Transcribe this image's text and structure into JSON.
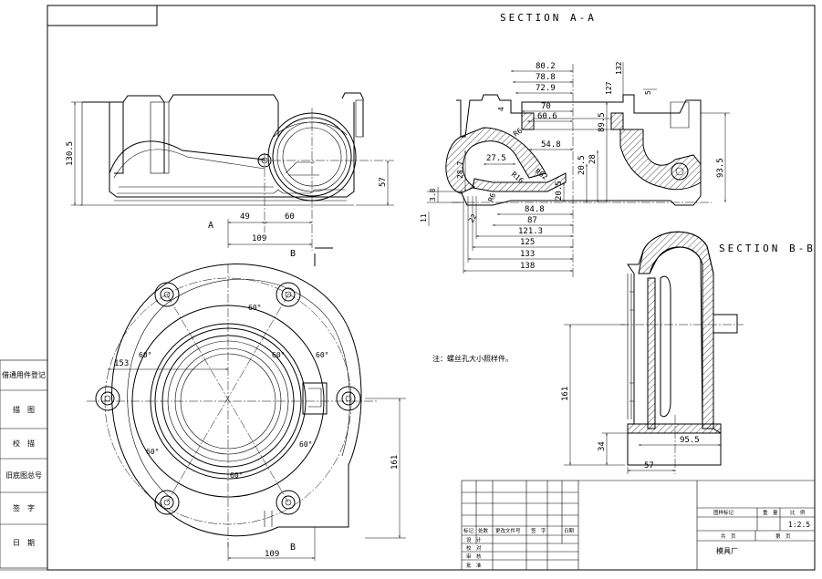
{
  "section_a_title": "SECTION A-A",
  "section_b_title": "SECTION B-B",
  "note": "注：螺丝孔大小照样件。",
  "side_labels": [
    "借通用件登记",
    "描　图",
    "校　描",
    "旧底图总号",
    "签　字",
    "日　期"
  ],
  "view_labels": {
    "a": "A",
    "b1": "B",
    "b2": "B"
  },
  "front_view_dims": {
    "h_total": "130.5",
    "h_57": "57",
    "d49": "49",
    "d60": "60",
    "d109": "109"
  },
  "plan_view_dims": {
    "a60_top": "60°",
    "a60_tl": "60°",
    "a60_tr": "60°",
    "a60_bl": "60°",
    "a60_br": "60°",
    "a60_bot": "60°",
    "d153": "153",
    "d161": "161",
    "d109": "109"
  },
  "section_a_dims": {
    "d80_2": "80.2",
    "d78_8": "78.8",
    "d72_9": "72.9",
    "d70": "70",
    "d60_6": "60.6",
    "d54_8": "54.8",
    "d27_5": "27.5",
    "d84_8": "84.8",
    "d87": "87",
    "d121_3": "121.3",
    "d125": "125",
    "d133": "133",
    "d138": "138",
    "d132": "132",
    "d127": "127",
    "d5": "5",
    "d4": "4",
    "d89_5": "89.5",
    "d28": "28",
    "d20_5a": "20.5",
    "d20_5b": "20.5",
    "d93_5": "93.5",
    "d28_7": "28.7",
    "d3_8": "3.8",
    "d11": "11",
    "d22": "22",
    "r6": "R6",
    "r16": "R16",
    "r62": "R62"
  },
  "section_b_dims": {
    "d161": "161",
    "d34": "34",
    "d95_5": "95.5",
    "d57": "57"
  },
  "revision_table": {
    "headers": [
      "标记",
      "处数",
      "更改文件号",
      "签　字",
      "日期"
    ],
    "roles": [
      "设　计",
      "校　对",
      "审　核",
      "批　准"
    ]
  },
  "title_block": {
    "material_label": "图样标记",
    "weight_label": "重　量",
    "scale_label": "比　例",
    "scale": "1:2.5",
    "total_label": "共　页",
    "sheet_label": "第　页",
    "company": "模具厂"
  }
}
